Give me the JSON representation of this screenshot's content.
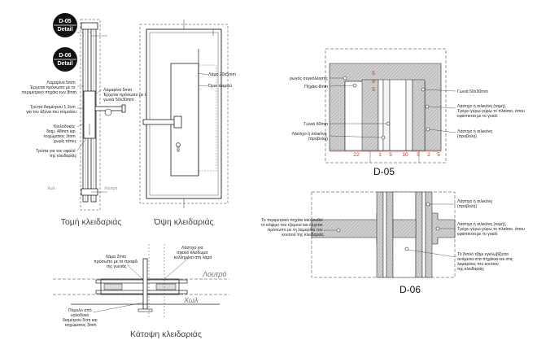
{
  "bubbles": {
    "d05": {
      "code": "D-05",
      "label": "Detail"
    },
    "d06": {
      "code": "D-06",
      "label": "Detail"
    }
  },
  "section_notes": {
    "lamarina_5mm": [
      "Λαμαρίνα 5mm",
      "Έρχεται πρόσωπο με το",
      "περιμετρικό πηχάκι των 8mm"
    ],
    "trypa": [
      "Τρύπα διαμέτρου 1,3cm",
      "για τον άξονα του πόμολου"
    ],
    "kolonodokos": [
      "Κοιλοδοκός",
      "διαμ. 48mm και",
      "τοιχώματος 3mm",
      "χωρίς τάπες"
    ],
    "trypes_ofalou": [
      "Τρύπα για τον οφαλό",
      "της κλειδαριάς"
    ],
    "lamarina_5mm_b": [
      "Λαμαρίνα 5mm",
      "Έρχεται πρόσωπο με τη",
      "γωνιά 50x30mm"
    ]
  },
  "elevation_notes": {
    "lama": "Λάμα 20x5mm",
    "orio": "Όριο τζαμιού"
  },
  "plan_notes": {
    "lama_2mm": [
      "Λάμα 2mm",
      "πρόσωπο με το προφίλ",
      "της γωνιάς"
    ],
    "lastixo_apla": [
      "Λάστιχο για",
      "σφαλό κλείδωμα",
      "κολλημένο στη λάμα"
    ],
    "pomolo": [
      "Πόμολο από",
      "καλοδοκό",
      "διαμέτρου 5cm και",
      "τοιχώματος 3mm"
    ]
  },
  "rooms": {
    "xol_small": "Χωλ",
    "loutro_small": "Λουτρό",
    "loutro": "Λουτρό",
    "xol": "Χωλ"
  },
  "view_titles": {
    "section": "Τομή κλειδαριάς",
    "elevation": "Όψη κλειδαριάς",
    "plan": "Κάτοψη κλειδαριάς"
  },
  "d05": {
    "title": "D-05",
    "left_notes": {
      "ravs": "ρωγός συγκόλλησης",
      "pixaki": "Πηχάκι 8mm",
      "gonia": "Γωνιά 50mm",
      "lastixo": [
        "Λάστιχο ή σιλικόνη",
        "(προβολή)"
      ]
    },
    "right_notes": {
      "gonia": "Γωνιά 50x30mm",
      "lastixo_tomi": [
        "Λάστιχο ή σιλικόνη (τομή),",
        "Τρέχει γύρω-γύρω το πλαίσιο, όπου",
        "εφάπτεται με το γυαλί"
      ],
      "lastixo_provoli": [
        "Λάστιχο ή σιλικόνη",
        "(προβολή)"
      ]
    },
    "dims_bottom": [
      "22",
      "1",
      "5",
      "10",
      "5",
      "2",
      "5"
    ],
    "dims_side": [
      "5",
      "8",
      "5"
    ]
  },
  "d06": {
    "title": "D-06",
    "left_note": [
      "Το περιμετρικό πηχάκι ακολουθεί",
      "το κόψιμο του τζαμιού και έρχεται",
      "πρόσωπο με τη λαμαρίνα του",
      "κουτιού της κλειδαριάς"
    ],
    "right_notes": {
      "lastixo_provoli": [
        "Λάστιχο ή σιλικόνη",
        "(προβολή)"
      ],
      "lastixo_tomi": [
        "Λάστιχο ή σιλικόνη (τομή),",
        "Τρέχει γύρω-γύρω το πλαίσιο, όπου",
        "εφάπτεται με το γυαλί"
      ],
      "diplo": [
        "Το διπλό τζάμι εγκλωβίζεται",
        "ανάμεσα στα πηχάκια και στις",
        "λαμαρίνες του κουτιού",
        "της κλειδαριάς"
      ]
    }
  }
}
